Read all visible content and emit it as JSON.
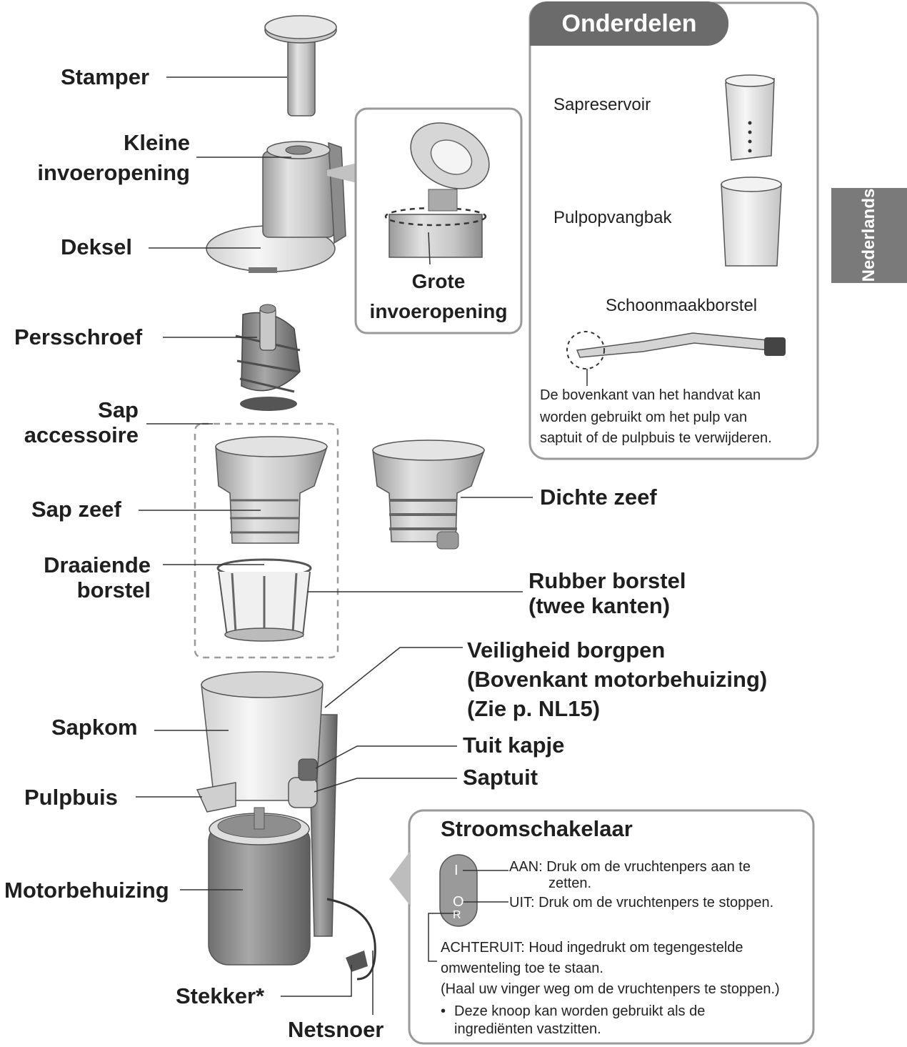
{
  "labels": {
    "stamper": "Stamper",
    "kleine_1": "Kleine",
    "kleine_2": "invoeropening",
    "deksel": "Deksel",
    "grote_1": "Grote",
    "grote_2": "invoeropening",
    "persschroef": "Persschroef",
    "sap_1": "Sap",
    "sap_2": "accessoire",
    "sap_zeef": "Sap zeef",
    "dichte_zeef": "Dichte zeef",
    "draaiende_1": "Draaiende",
    "draaiende_2": "borstel",
    "rubber_1": "Rubber borstel",
    "rubber_2": "(twee kanten)",
    "veiligheid_1": "Veiligheid borgpen",
    "veiligheid_2": "(Bovenkant motorbehuizing)",
    "veiligheid_3": "(Zie p. NL15)",
    "sapkom": "Sapkom",
    "tuit_kapje": "Tuit kapje",
    "saptuit": "Saptuit",
    "pulpbuis": "Pulpbuis",
    "motorbehuizing": "Motorbehuizing",
    "stekker": "Stekker*",
    "netsnoer": "Netsnoer"
  },
  "onderdelen": {
    "title": "Onderdelen",
    "sapreservoir": "Sapreservoir",
    "pulpopvangbak": "Pulpopvangbak",
    "schoonmaakborstel": "Schoonmaakborstel",
    "note_1": "De bovenkant van het handvat kan",
    "note_2": "worden gebruikt om het pulp van",
    "note_3": "saptuit of de pulpbuis te verwijderen."
  },
  "side_tab": "Nederlands",
  "stroomschakelaar": {
    "title": "Stroomschakelaar",
    "button_on": "I",
    "button_off": "O",
    "button_rev": "R",
    "aan_1": "AAN: Druk om de vruchtenpers aan te",
    "aan_2": "zetten.",
    "uit": "UIT: Druk om de vruchtenpers te stoppen.",
    "achteruit_1": "ACHTERUIT: Houd ingedrukt om tegengestelde",
    "achteruit_2": "omwenteling toe te staan.",
    "achteruit_3": "(Haal uw vinger weg om de vruchtenpers te stoppen.)",
    "bullet": "•",
    "note_1": "Deze knoop kan worden gebruikt als de",
    "note_2": "ingrediënten vastzitten."
  },
  "colors": {
    "line": "#3a3a3a",
    "panel_border": "#9a9a9a",
    "title_fill": "#6b6b6b",
    "part_light": "#e6e6e6",
    "part_mid": "#b8b8b8",
    "part_dark": "#7d7d7d"
  }
}
